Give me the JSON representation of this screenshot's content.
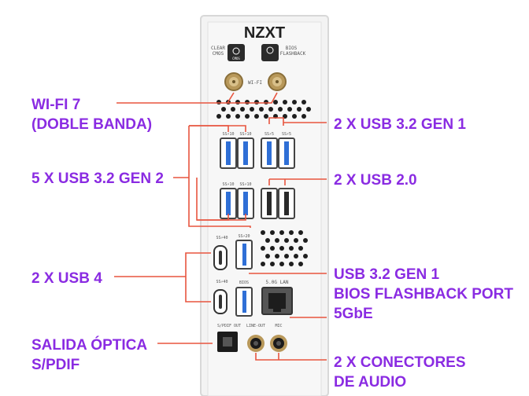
{
  "panel": {
    "brand": "NZXT",
    "clear_cmos_label_1": "CLEAR",
    "clear_cmos_label_2": "CMOS",
    "clear_cmos_button_text": "CMOS",
    "bios_label_1": "BIOS",
    "bios_label_2": "FLASHBACK",
    "wifi_label": "WI-FI",
    "port_tag_10": "SS⚡10",
    "port_tag_5": "SS⚡5",
    "port_tag_40": "SS⚡40",
    "port_tag_20": "SS⚡20",
    "bios_tag": "BIOS",
    "lan_tag": "5.0G LAN",
    "spdif_tag": "S/PDIF OUT",
    "lineout_tag": "LINE-OUT",
    "mic_tag": "MIC"
  },
  "callouts": {
    "wifi_1": "WI-FI 7",
    "wifi_2": "(DOBLE BANDA)",
    "usb32g1_top": "2 X USB 3.2 GEN 1",
    "usb32g2": "5 X USB 3.2 GEN 2",
    "usb20": "2 X USB 2.0",
    "usb4": "2 X USB 4",
    "usb32g1_bios": "USB 3.2 GEN 1",
    "bios_port": "BIOS FLASHBACK PORT",
    "lan": "5GbE",
    "optical_1": "SALIDA ÓPTICA",
    "optical_2": "S/PDIF",
    "audio_1": "2 X CONECTORES",
    "audio_2": "DE AUDIO"
  },
  "colors": {
    "callout_text": "#8a2be2",
    "leader_line": "#e8553f",
    "usb3_blue": "#2f6fd6",
    "usb2_black": "#2a2a2a",
    "panel": "#f2f2f2"
  }
}
